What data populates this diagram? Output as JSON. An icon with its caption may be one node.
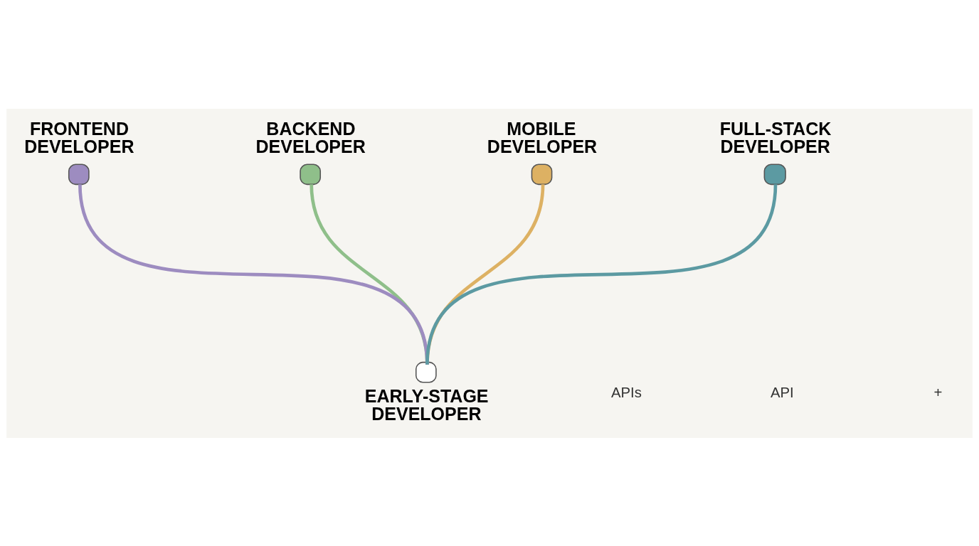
{
  "diagram": {
    "nodes": [
      {
        "text": [],
        "shape": "circle",
        "beside": [
          "BACKEND DEVELOPER"
        ]
      },
      {
        "text": [],
        "shape": "circle",
        "beside": [
          "MOBILE DEVELOPER"
        ]
      },
      {
        "text": [],
        "shape": "circle",
        "beside": [
          "FRONTEND DEVELOPER"
        ]
      },
      {
        "text": [],
        "shape": "circle",
        "beside": [
          "FULL-STACK DEVELOPER"
        ]
      },
      {
        "text": [],
        "shape": "circle",
        "beside": [
          "EARLY-STAGE DEVELOPER"
        ]
      }
    ],
    "edges": [
      {
        "from": 4,
        "to": 2,
        "arrow": "none",
        "color": "#9d8cc0"
      },
      {
        "from": 4,
        "to": 0,
        "arrow": "none",
        "color": "#8fbf8a"
      },
      {
        "from": 4,
        "to": 1,
        "arrow": "none",
        "color": "#ddb163"
      },
      {
        "from": 4,
        "to": 3,
        "arrow": "none",
        "color": "#5c9aa2"
      }
    ],
    "labels": [
      "APIs",
      "API",
      "+"
    ]
  }
}
